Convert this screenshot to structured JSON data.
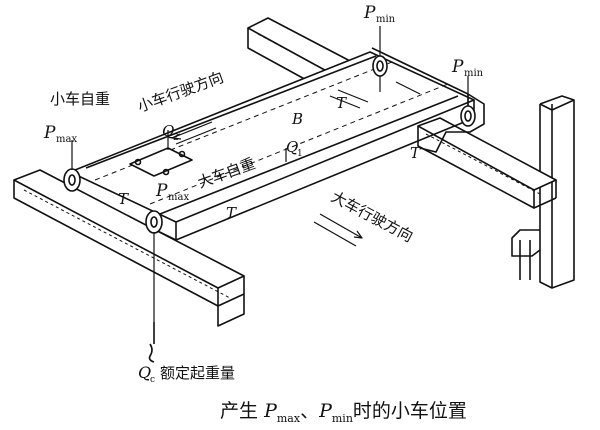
{
  "labels": {
    "p_min_top": "P",
    "p_min_top_sub": "min",
    "p_min_right": "P",
    "p_min_right_sub": "min",
    "p_max_left": "P",
    "p_max_left_sub": "max",
    "p_max_center": "P",
    "p_max_center_sub": "max",
    "trolley_weight": "小车自重",
    "trolley_direction": "小车行驶方向",
    "bridge_weight": "大车自重",
    "bridge_direction": "大车行驶方向",
    "q1": "Q",
    "q1_sub": "1",
    "q2": "Q",
    "q2_sub": "2",
    "qc": "Q",
    "qc_sub": "c",
    "rated_load": "额定起重量",
    "b_label": "B",
    "t_label": "T"
  },
  "caption": {
    "prefix": "产生",
    "p1": "P",
    "p1_sub": "max",
    "sep": "、",
    "p2": "P",
    "p2_sub": "min",
    "suffix": "时的小车位置"
  },
  "colors": {
    "ink": "#111111",
    "background": "#ffffff"
  }
}
